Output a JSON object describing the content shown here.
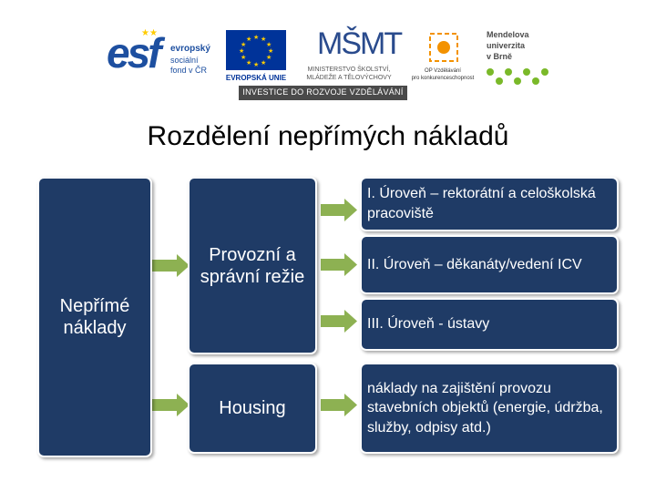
{
  "logos": {
    "esf_mark": "esf",
    "esf_text": [
      "evropský",
      "sociální",
      "fond v ČR"
    ],
    "eu_caption": "EVROPSKÁ UNIE",
    "msmt_mark": "MŠMT",
    "msmt_caption": [
      "MINISTERSTVO ŠKOLSTVÍ,",
      "MLÁDEŽE A TĚLOVÝCHOVY"
    ],
    "op_caption": [
      "OP Vzdělávání",
      "pro konkurenceschopnost"
    ],
    "mendel_text": [
      "Mendelova",
      "univerzita",
      "v Brně"
    ],
    "banner": "INVESTICE DO ROZVOJE VZDĚLÁVÁNÍ"
  },
  "title": "Rozdělení nepřímých nákladů",
  "diagram": {
    "root": "Nepřímé náklady",
    "categories": [
      {
        "label": "Provozní a správní režie",
        "items": [
          "I. Úroveň – rektorátní a celoškolská pracoviště",
          "II. Úroveň – děkanáty/vedení ICV",
          "III. Úroveň - ústavy"
        ]
      },
      {
        "label": "Housing",
        "items": [
          "náklady na zajištění provozu stavebních objektů (energie, údržba, služby, odpisy atd.)"
        ]
      }
    ]
  },
  "colors": {
    "box_fill": "#1f3b66",
    "arrow": "#8db152",
    "eu_blue": "#003399",
    "eu_star": "#ffcc00",
    "esf_blue": "#1d4fa0",
    "banner_bg": "#4a4a4a"
  }
}
